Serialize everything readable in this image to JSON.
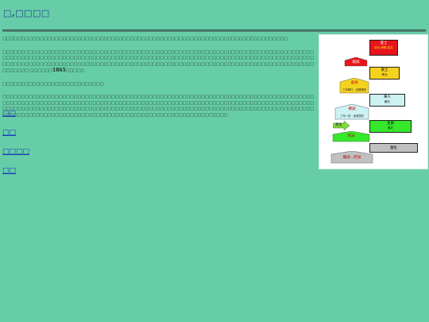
{
  "page": {
    "title": "□,□□□□",
    "paragraphs": [
      "□□□□□□□□□□□□□□□□□□□□□□□□□□□□□□□□□□□□□□□□□□□□□□□□□□□□□□□□□□□□□□□□□□□□□□□□□□□□",
      "□□□□□□□□□□□□□□□□□□□□□□□□□□□□□□□□□□□□□□□□□□□□□□□□□□□□□□□□□□□□□□□□□□□□□□□□□□□□□□□□□□□□□□□□□□□□□□□□□□□□□□□□□□□□□□□□□□□□□□□□□□□□□□□□□□□□□□□□□□□□□□□□□□□□□□□□□□□□□□□□□□□□□□□□□□□□□□□□□□□□□□□□□□□□□□□□□□□□□□□□□□□□□□□□□□□□□□□□□□□□□□□□□□□□□□□□□□□□□□□□□□□□□□□□□□□□□□□□·□□□□□□",
      "□□□□□□□□□□□□□□□□□□□□□□□□□□□",
      "□□□□□□□□□□□□□□□□□□□□□□□□□□□□□□□□□□□□□□□□□□□□□□□□□□□□□□□□□□□□□□□□□□□□□□□□□□□□□□□□□□□□□□□□□□□□□□□□□□□□□□□□□□□□□□□□□□□□□□□□□□□□□□□□□□□□□□□□□□□□□□□□□□□□□□□□□□□□□□□□□□□□□□□□□□□□□□□□□□□□□□□□□□□□□□□□□□□□□□□□□□□□□□□□□□□□□□□□□□□□□□□□□□□□□□□□□□□□□□□□□□□□□□□□□□□□□□□□□□□□□□□□□□□□□□□□□□□□□□□□□□□□□□□□□□□□□□□□□□□□□□□□□□□□□"
    ],
    "year_text": "1865",
    "year_suffix": "□□□□□",
    "links": [
      "□□",
      "□□",
      "□□□□",
      "□□"
    ]
  },
  "diagram": {
    "jinshi": {
      "label": "進士",
      "sub": "狀元 榜眼 探花",
      "color": "#e8141b"
    },
    "dianshi": {
      "label": "殿試",
      "color": "#e8141b"
    },
    "gongshi": {
      "label": "貢士",
      "sub": "會元",
      "color": "#f5d21e"
    },
    "huishi": {
      "label": "會試",
      "sub": "三年舉行・京師禮部",
      "color": "#f5d21e"
    },
    "juren": {
      "label": "舉人",
      "sub": "解元",
      "color": "#cdf2f2"
    },
    "xiangshi": {
      "label": "鄉試",
      "sub": "三年一試・省城貢院",
      "color": "#cdf2f2"
    },
    "gongsheng": {
      "label": "貢生",
      "color": "#7edc3a"
    },
    "shengyuan": {
      "label": "生員",
      "sub": "秀才",
      "color": "#35e82a"
    },
    "yuanshi": {
      "label": "院試",
      "color": "#35e82a"
    },
    "tongsheng": {
      "label": "童生",
      "color": "#c0c0c0"
    },
    "xianshi": {
      "label": "縣試・府試",
      "color": "#c0c0c0"
    }
  }
}
